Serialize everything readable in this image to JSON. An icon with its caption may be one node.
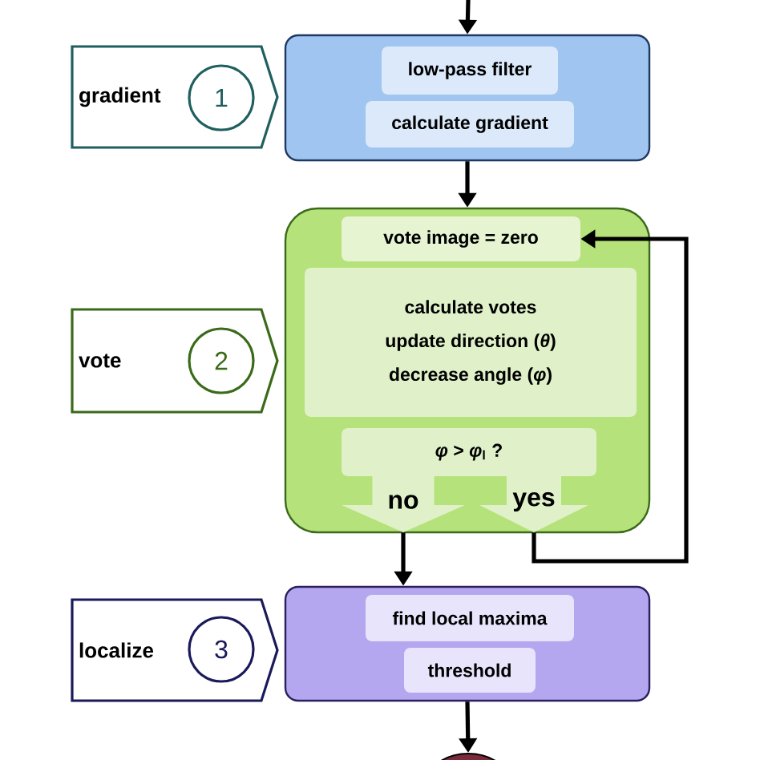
{
  "diagram": {
    "nodes": [
      {
        "text": [
          "gradient"
        ]
      },
      {
        "text": [
          "1"
        ],
        "in": 0
      },
      {
        "text": [],
        "shape": "box"
      },
      {
        "text": [
          "low-pass filter"
        ],
        "in": 2
      },
      {
        "text": [
          "calculate gradient"
        ],
        "in": 2
      },
      {
        "text": [
          "vote"
        ]
      },
      {
        "text": [
          "2"
        ],
        "in": 5
      },
      {
        "text": [],
        "shape": "box"
      },
      {
        "text": [
          "vote image = zero"
        ],
        "in": 7
      },
      {
        "text": [
          "calculate votes",
          "update direction (*θ*)",
          "decrease angle (*φ*)"
        ],
        "in": 7
      },
      {
        "text": [
          "*φ* > *φ*$_{l}$ ?"
        ],
        "in": 7
      },
      {
        "text": [
          "no"
        ],
        "in": 7
      },
      {
        "text": [
          "yes"
        ],
        "in": 7
      },
      {
        "text": [
          "localize"
        ]
      },
      {
        "text": [
          "3"
        ],
        "in": 13
      },
      {
        "text": [],
        "shape": "box"
      },
      {
        "text": [
          "find local maxima"
        ],
        "in": 15
      },
      {
        "text": [
          "threshold"
        ],
        "in": 15
      },
      {
        "text": [],
        "shape": "circle"
      }
    ],
    "edges": [
      {
        "from": null,
        "to": 2,
        "arrow": "to"
      },
      {
        "from": 2,
        "to": 7,
        "arrow": "to"
      },
      {
        "from": 12,
        "to": 8,
        "arrow": "to"
      },
      {
        "from": 11,
        "to": 15,
        "arrow": "to"
      },
      {
        "from": 15,
        "to": 18,
        "arrow": "to"
      }
    ]
  }
}
